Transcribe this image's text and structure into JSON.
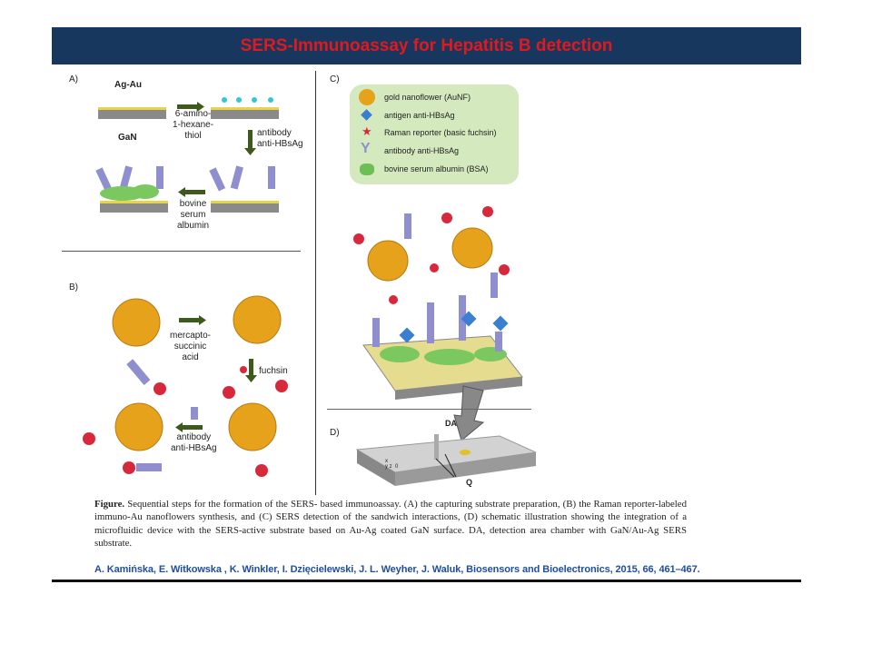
{
  "title": "SERS-Immunoassay for Hepatitis B detection",
  "panels": {
    "a": {
      "label": "A)",
      "ag_au": "Ag-Au",
      "gan": "GaN",
      "step1": "6-amino-\n1-hexane-\nthiol",
      "step2": "antibody\nanti-HBsAg",
      "step3": "bovine\nserum\nalbumin"
    },
    "b": {
      "label": "B)",
      "step1": "mercapto-\nsuccinic\nacid",
      "step2": "fuchsin",
      "step3": "antibody\nanti-HBsAg"
    },
    "c": {
      "label": "C)",
      "legend": [
        "gold nanoflower (AuNF)",
        "antigen anti-HBsAg",
        "Raman reporter (basic fuchsin)",
        "antibody anti-HBsAg",
        "bovine serum albumin (BSA)"
      ]
    },
    "d": {
      "label": "D)",
      "da": "DA",
      "q": "Q",
      "axes": "x\ny z  0"
    }
  },
  "caption": {
    "bold": "Figure.",
    "text": " Sequential steps for the formation of the SERS- based immunoassay. (A) the capturing substrate preparation, (B) the Raman reporter-labeled immuno-Au nanoflowers synthesis, and (C) SERS detection of the sandwich interactions, (D) schematic illustration showing the integration of a microfluidic device with the SERS-active substrate based on Au-Ag coated GaN surface. DA, detection area chamber with GaN/Au-Ag SERS substrate."
  },
  "citation": "A. Kamińska, E. Witkowska , K. Winkler, I. Dzięcielewski, J. L. Weyher, J. Waluk, Biosensors and Bioelectronics, 2015, 66, 461–467.",
  "colors": {
    "header": "#17375e",
    "title": "#e0191e",
    "citation": "#1f4e9c",
    "legend_bg": "#d4e9be"
  }
}
